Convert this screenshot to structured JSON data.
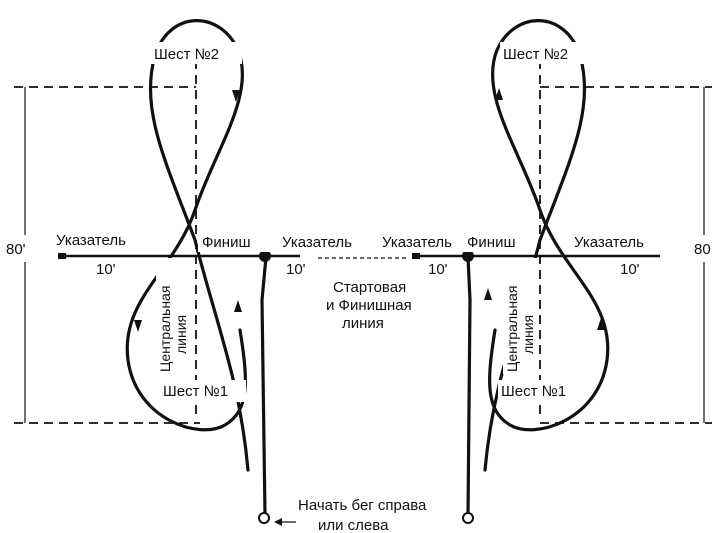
{
  "diagram": {
    "left": {
      "pole2": "Шест №2",
      "pole1": "Шест №1",
      "finish": "Финиш",
      "marker_left": "Указатель",
      "marker_right": "Указатель",
      "dist_left": "10'",
      "dist_right": "10'",
      "height": "80'",
      "center_line_1": "Центральная",
      "center_line_2": "линия"
    },
    "right": {
      "pole2": "Шест №2",
      "pole1": "Шест №1",
      "finish": "Финиш",
      "marker_left": "Указатель",
      "marker_right": "Указатель",
      "dist_left": "10'",
      "dist_right": "10'",
      "height": "80",
      "center_line_1": "Центральная",
      "center_line_2": "линия"
    },
    "start_finish_1": "Стартовая",
    "start_finish_2": "и Финишная",
    "start_finish_3": "линия",
    "start_note_1": "Начать бег справа",
    "start_note_2": "или слева"
  }
}
